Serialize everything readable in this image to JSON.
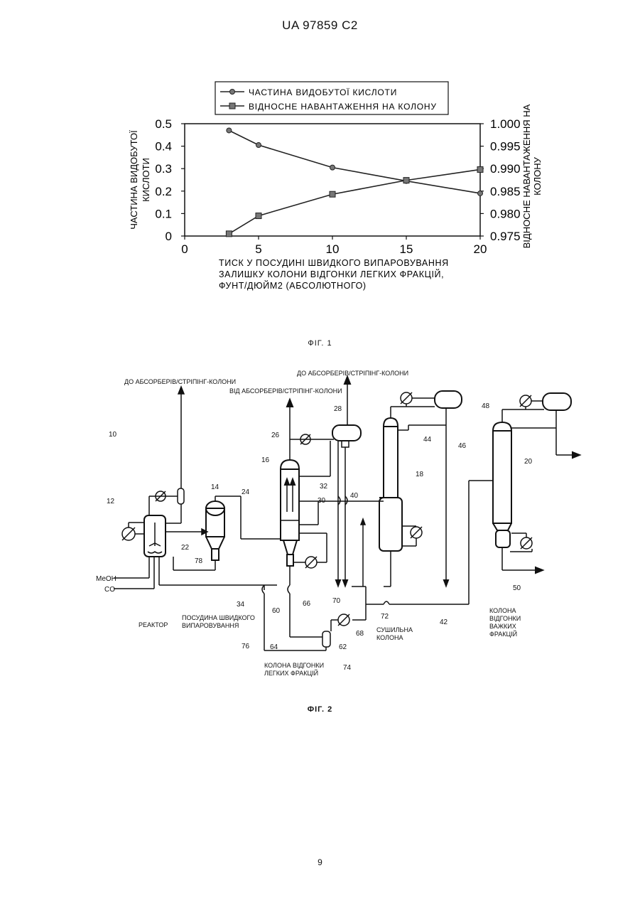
{
  "header": {
    "doc_id": "UA   97859   C2"
  },
  "fig1": {
    "caption": "ФІГ. 1",
    "chart_data": {
      "type": "line",
      "title": "",
      "xlabel_lines": [
        "ТИСК У ПОСУДИНІ ШВИДКОГО ВИПАРОВУВАННЯ",
        "ЗАЛИШКУ КОЛОНИ ВІДГОНКИ ЛЕГКИХ ФРАКЦІЙ,",
        "ФУНТ/ДЮЙМ2 (АБСОЛЮТНОГО)"
      ],
      "ylabel_left_lines": [
        "ЧАСТИНА ВИДОБУТОЇ",
        "КИСЛОТИ"
      ],
      "ylabel_right_lines": [
        "ВІДНОСНЕ НАВАНТАЖЕННЯ НА",
        "КОЛОНУ"
      ],
      "xlim": [
        0,
        20
      ],
      "ylim_left": [
        0,
        0.5
      ],
      "ylim_right": [
        0.975,
        1.0
      ],
      "x_ticks": [
        "0",
        "5",
        "10",
        "15",
        "20"
      ],
      "y_ticks_left": [
        "0",
        "0.1",
        "0.2",
        "0.3",
        "0.4",
        "0.5"
      ],
      "y_ticks_right": [
        "0.975",
        "0.980",
        "0.985",
        "0.990",
        "0.995",
        "1.000"
      ],
      "grid": false,
      "legend_position": "top-center",
      "series": [
        {
          "name": "ЧАСТИНА ВИДОБУТОЇ КИСЛОТИ",
          "axis": "left",
          "marker": "circle",
          "x": [
            3,
            5,
            10,
            15,
            20
          ],
          "y": [
            0.47,
            0.405,
            0.305,
            0.245,
            0.19
          ]
        },
        {
          "name": "ВІДНОСНЕ НАВАНТАЖЕННЯ НА КОЛОНУ",
          "axis": "right",
          "marker": "square",
          "x": [
            3,
            5,
            10,
            15,
            20
          ],
          "y": [
            0.9755,
            0.9795,
            0.9843,
            0.9874,
            0.9898
          ]
        }
      ]
    }
  },
  "fig2": {
    "caption": "ФІГ. 2",
    "labels": {
      "to_absorbers_left": "ДО АБСОРБЕРІВ/СТРІПІНГ-КОЛОНИ",
      "to_absorbers_top": "ДО АБСОРБЕРІВ/СТРІПІНГ-КОЛОНИ",
      "from_absorbers": "ВІД АБСОРБЕРІВ/СТРІПІНГ-КОЛОНИ",
      "meoh": "MeOH",
      "co": "CO",
      "reactor": "РЕАКТОР",
      "flash_line1": "ПОСУДИНА ШВИДКОГО",
      "flash_line2": "ВИПАРОВУВАННЯ",
      "drying_line1": "СУШИЛЬНА",
      "drying_line2": "КОЛОНА",
      "heavy_line1": "КОЛОНА",
      "heavy_line2": "ВІДГОНКИ",
      "heavy_line3": "ВАЖКИХ",
      "heavy_line4": "ФРАКЦІЙ",
      "light_line1": "КОЛОНА ВІДГОНКИ",
      "light_line2": "ЛЕГКИХ ФРАКЦІЙ"
    },
    "refs": {
      "r10": "10",
      "r12": "12",
      "r14": "14",
      "r16": "16",
      "r18": "18",
      "r20": "20",
      "r22": "22",
      "r24": "24",
      "r26": "26",
      "r28": "28",
      "r30": "30",
      "r32": "32",
      "r34": "34",
      "r40": "40",
      "r42": "42",
      "r44": "44",
      "r46": "46",
      "r48": "48",
      "r50": "50",
      "r60": "60",
      "r62": "62",
      "r64": "64",
      "r66": "66",
      "r68": "68",
      "r70": "70",
      "r72": "72",
      "r74": "74",
      "r76": "76",
      "r78": "78"
    }
  },
  "page_number": "9"
}
